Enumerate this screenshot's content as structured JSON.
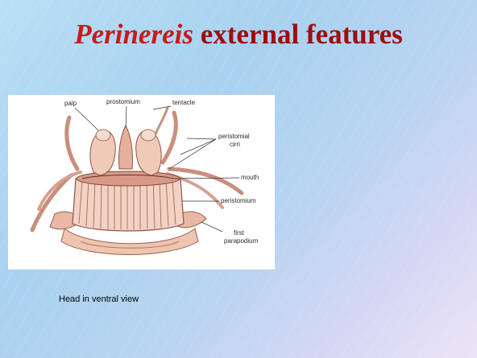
{
  "slide": {
    "title_italic": "Perinereis",
    "title_rest": " external features",
    "caption": "Head in ventral view"
  },
  "figure": {
    "labels": {
      "palp": "palp",
      "prostomium": "prostomium",
      "tentacle": "tentacle",
      "peristomial_line1": "peristomial",
      "peristomial_line2": "cirri",
      "mouth": "mouth",
      "peristomium": "peristomium",
      "first_line1": "first",
      "first_line2": "parapodium"
    }
  },
  "colors": {
    "title": "#a00b0b",
    "background_start": "#b9dff5",
    "background_end": "#ece4f6"
  }
}
